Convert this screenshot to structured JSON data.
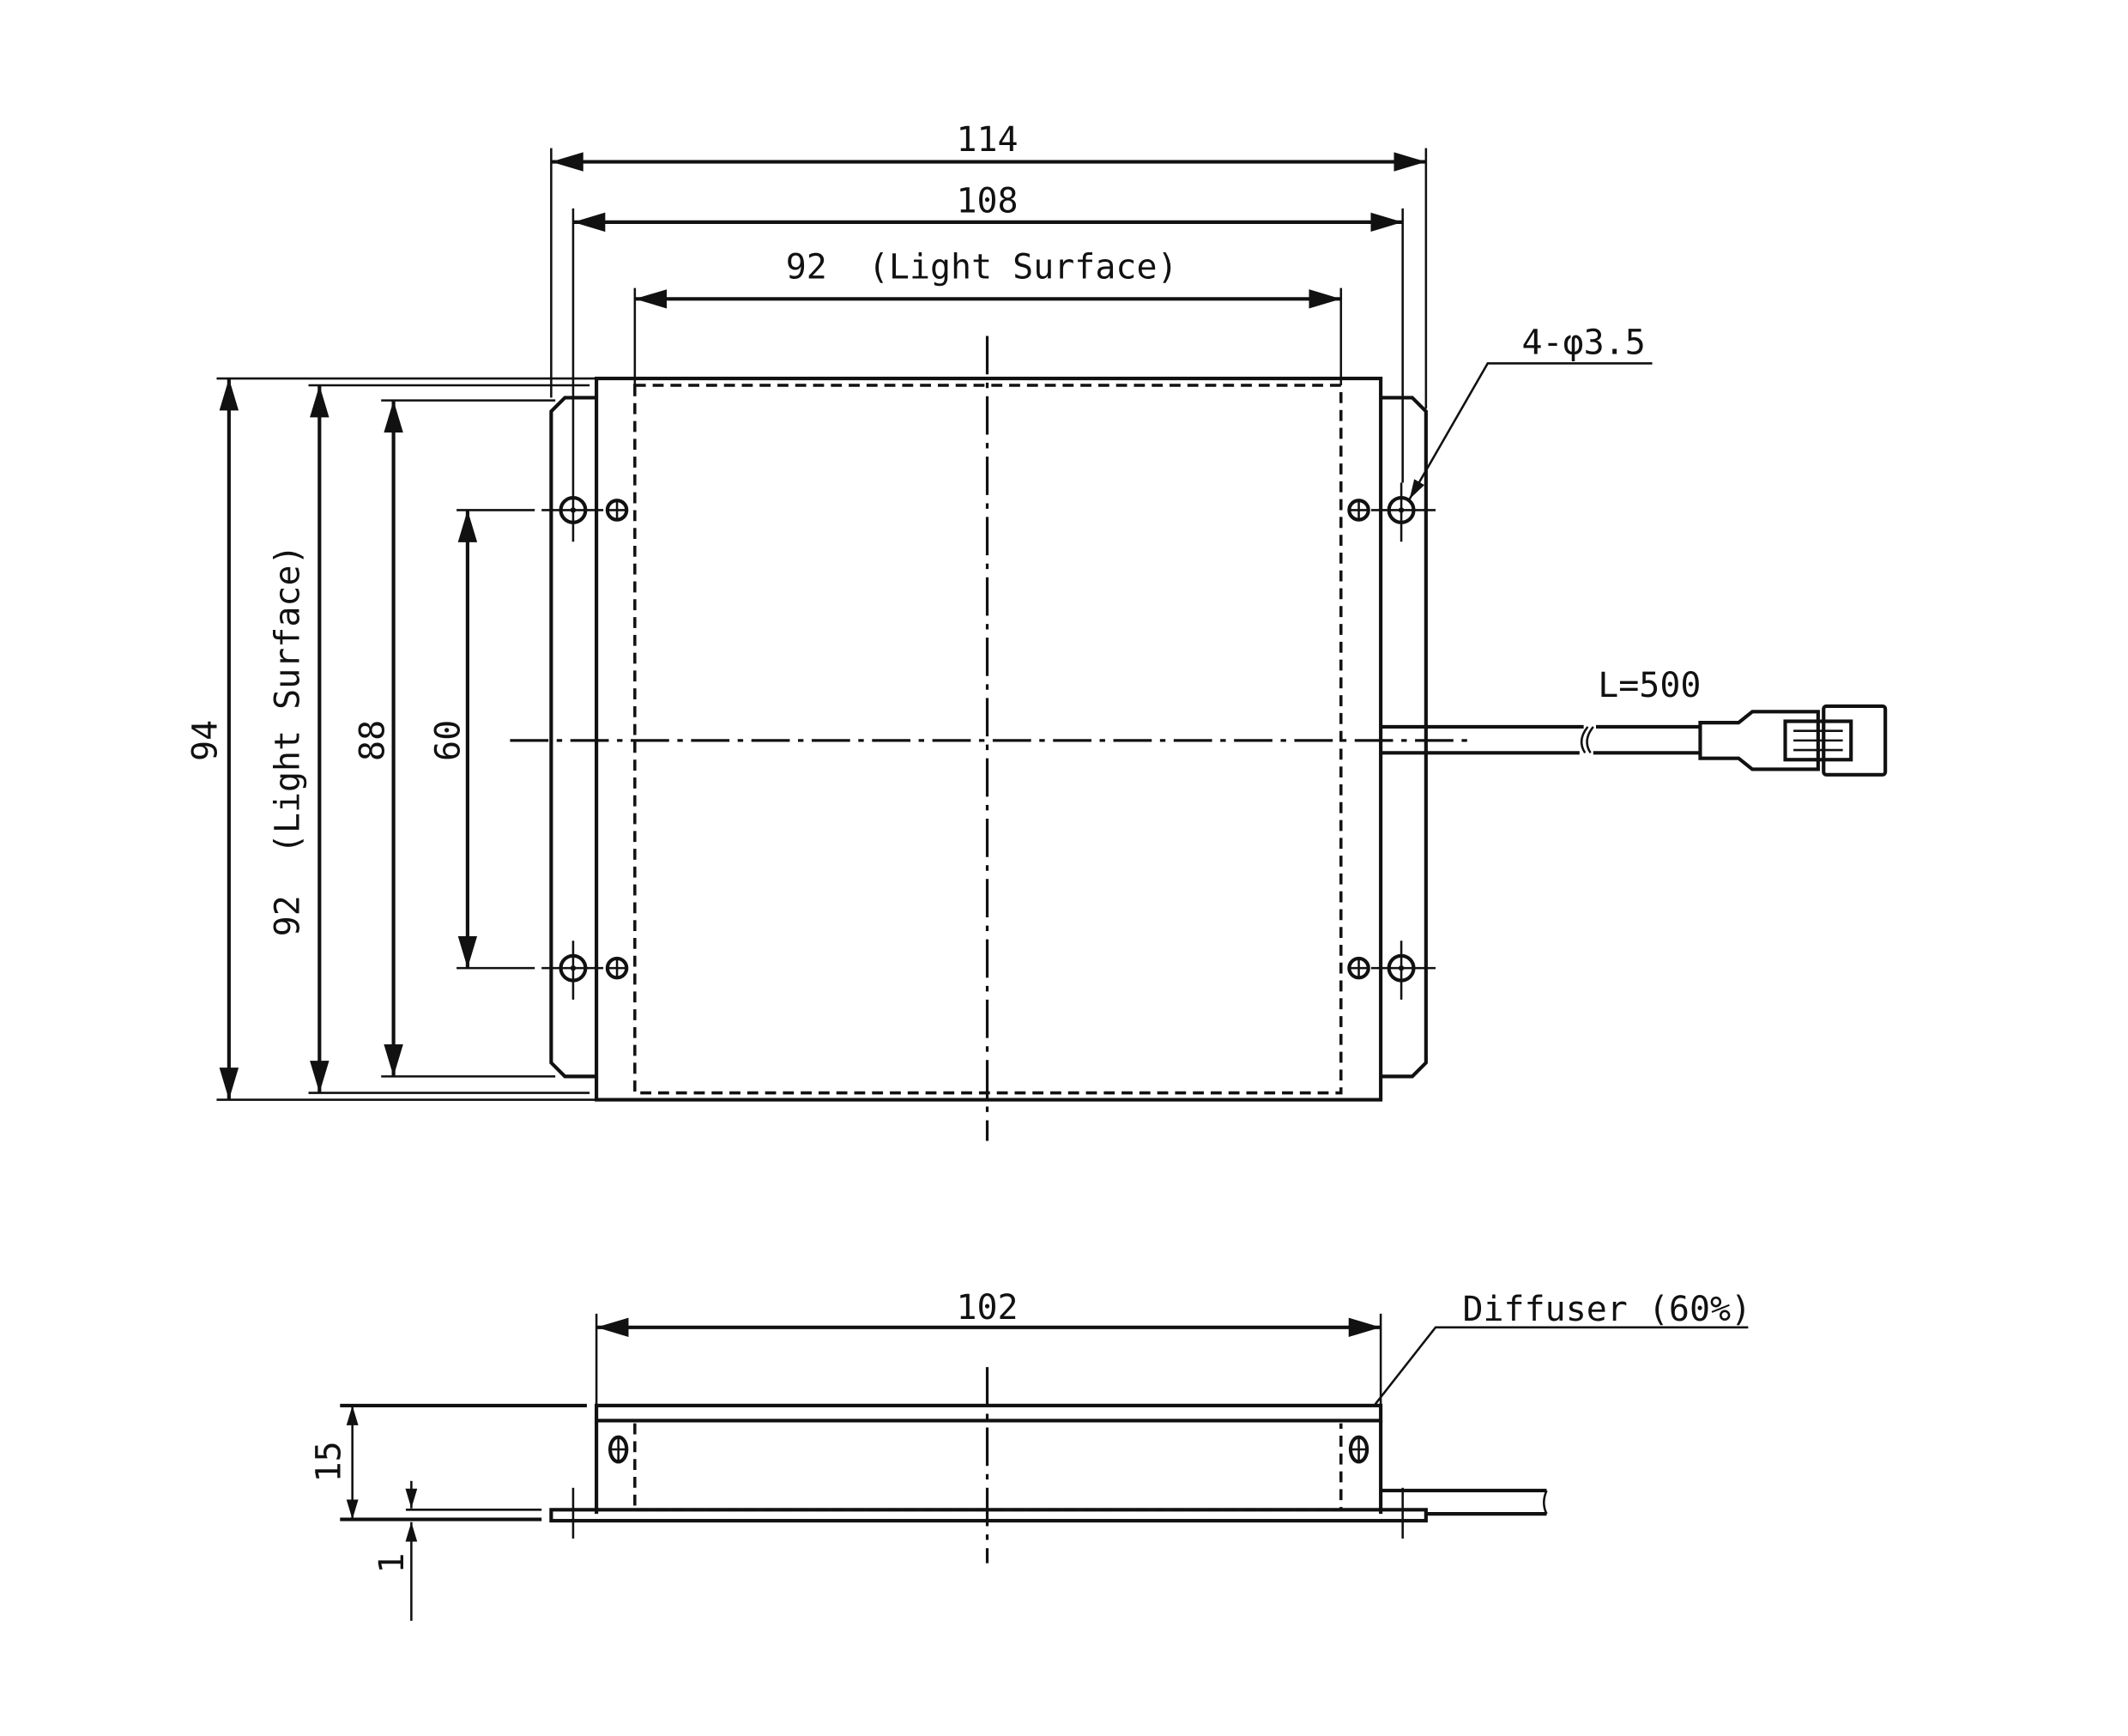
{
  "drawing": {
    "top_view": {
      "dim_overall_width": "114",
      "dim_hole_pitch_x": "108",
      "dim_light_surface_width": "92  (Light Surface)",
      "dim_overall_height": "94",
      "dim_light_surface_height": "92  (Light Surface)",
      "dim_flange_height": "88",
      "dim_hole_pitch_y": "60",
      "hole_callout": "4-φ3.5",
      "cable_length": "L=500"
    },
    "side_view": {
      "dim_body_width": "102",
      "dim_height": "15",
      "dim_flange_thickness": "1",
      "diffuser_label": "Diffuser (60%)"
    },
    "line_color": "#111111"
  }
}
